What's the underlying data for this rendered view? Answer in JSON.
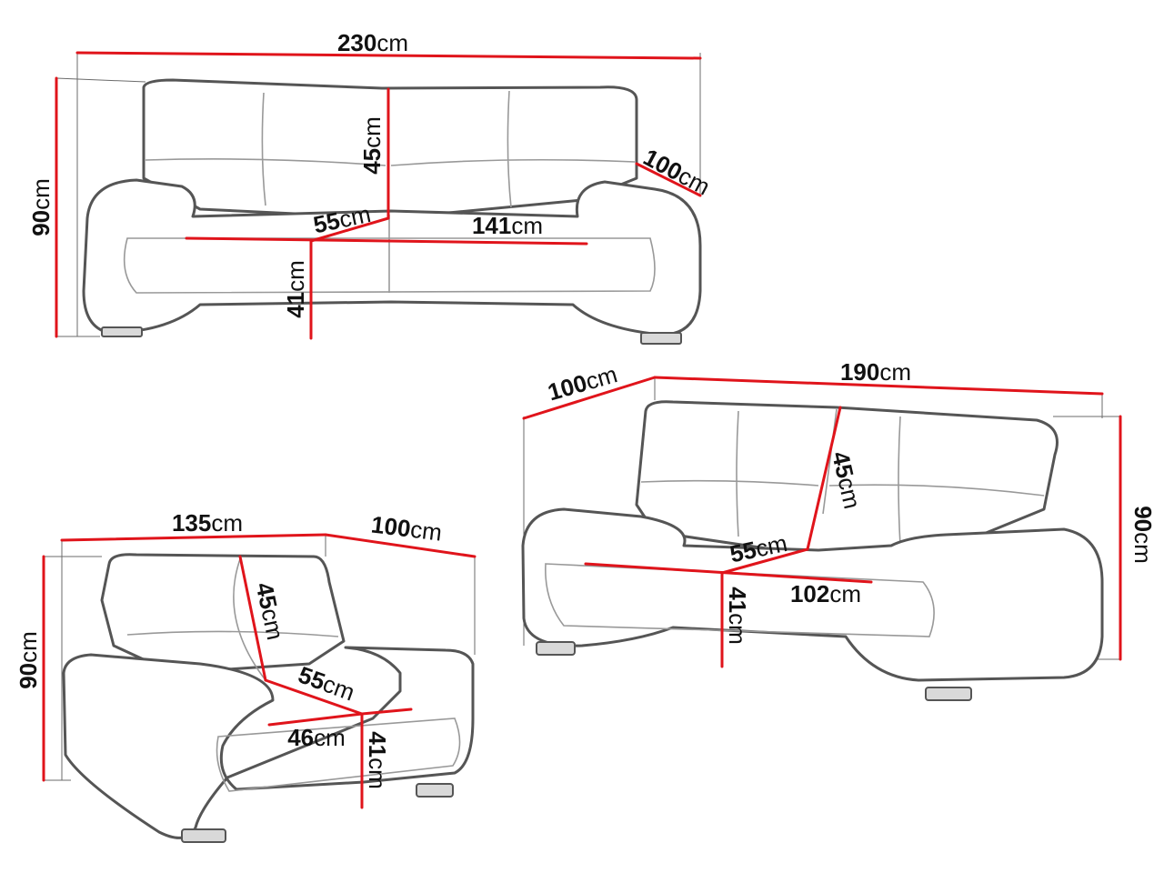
{
  "unit": "cm",
  "colors": {
    "dimension_line": "#e0141b",
    "outline": "#555555",
    "guide": "#6b6b6b"
  },
  "sofa_3": {
    "width": "230",
    "height": "90",
    "depth": "100",
    "back_height": "45",
    "seat_depth": "55",
    "seat_width": "141",
    "seat_height": "41"
  },
  "sofa_2": {
    "width": "190",
    "height": "90",
    "depth": "100",
    "back_height": "45",
    "seat_depth": "55",
    "seat_width": "102",
    "seat_height": "41"
  },
  "armchair": {
    "width": "135",
    "height": "90",
    "depth": "100",
    "back_height": "45",
    "seat_depth": "55",
    "seat_width": "46",
    "seat_height": "41"
  }
}
